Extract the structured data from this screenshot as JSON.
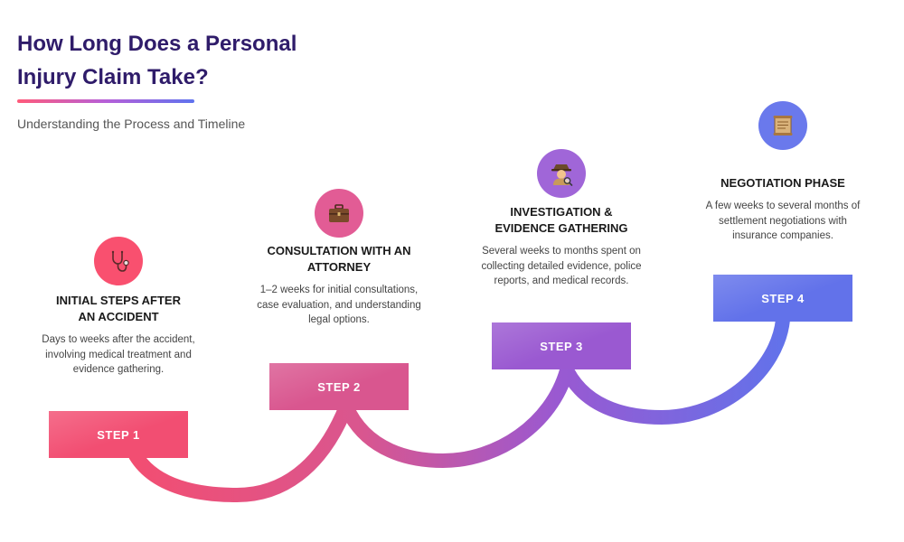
{
  "header": {
    "title_line1": "How Long Does a Personal",
    "title_line2": "Injury Claim Take?",
    "subtitle": "Understanding the Process and Timeline"
  },
  "colors": {
    "title": "#2f1c6a",
    "step1": "#f24e72",
    "step2": "#d9568f",
    "step3": "#9a59d1",
    "step4": "#6272ea"
  },
  "steps": [
    {
      "label": "STEP 1",
      "icon": "stethoscope-icon",
      "heading_line1": "INITIAL STEPS AFTER",
      "heading_line2": "AN ACCIDENT",
      "description": "Days to weeks after the accident, involving medical treatment and evidence gathering."
    },
    {
      "label": "STEP 2",
      "icon": "briefcase-icon",
      "heading_line1": "CONSULTATION WITH AN",
      "heading_line2": "ATTORNEY",
      "description": "1–2 weeks for initial consultations, case evaluation, and understanding legal options."
    },
    {
      "label": "STEP 3",
      "icon": "detective-icon",
      "heading_line1": "INVESTIGATION &",
      "heading_line2": "EVIDENCE GATHERING",
      "description": "Several weeks to months spent on collecting detailed evidence, police reports, and medical records."
    },
    {
      "label": "STEP 4",
      "icon": "scroll-icon",
      "heading_line1": "NEGOTIATION PHASE",
      "heading_line2": "",
      "description": "A few weeks to several months of settlement negotiations with insurance companies."
    }
  ]
}
